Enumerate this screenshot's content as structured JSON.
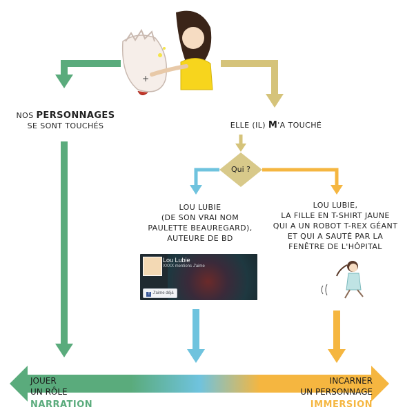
{
  "colors": {
    "green": "#5aab7c",
    "khaki": "#d5c37a",
    "blue": "#6fc3de",
    "orange": "#f5b640",
    "decision_fill": "#d8c98a"
  },
  "left_node": {
    "line1": "Nos",
    "bold": "personnages",
    "line2": "se sont touchés"
  },
  "right_node": {
    "prefix": "Elle (il)",
    "bold": "M",
    "suffix": "'a touché"
  },
  "decision": {
    "label": "Qui ?"
  },
  "author_node": {
    "lines": [
      "Lou Lubie",
      "(de son vrai nom",
      "Paulette Beauregard),",
      "auteure de BD"
    ]
  },
  "character_node": {
    "lines": [
      "Lou Lubie,",
      "la fille en t-shirt jaune",
      "qui a un robot T-rex géant",
      "et qui a sauté par la",
      "fenêtre de l'hôpital"
    ]
  },
  "fb_card": {
    "name": "Lou Lubie",
    "subtitle": "XXXX mentions J'aime",
    "like_button": "J'aime déjà",
    "logo": "f"
  },
  "scale": {
    "left_line1": "Jouer",
    "left_line2": "un rôle",
    "left_category": "Narration",
    "right_line1": "Incarner",
    "right_line2": "un personnage",
    "right_category": "Immersion"
  }
}
